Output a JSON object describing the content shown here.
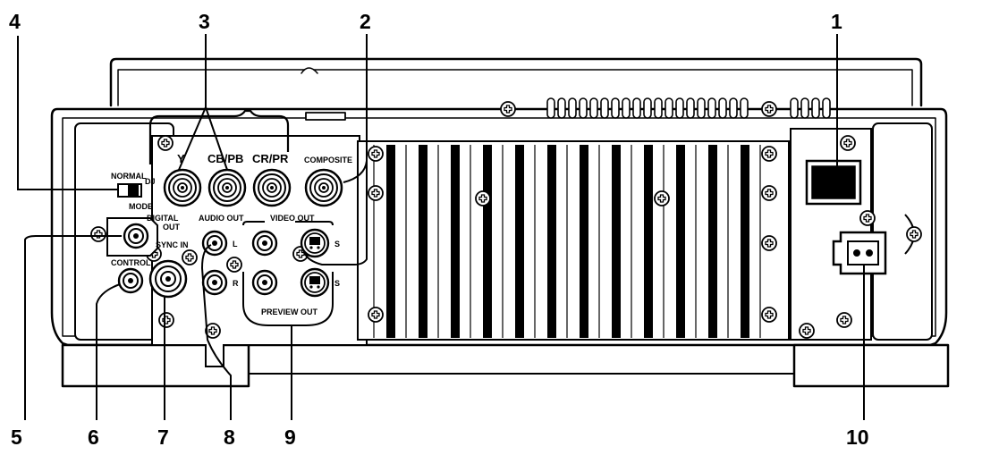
{
  "callouts": {
    "c1": "1",
    "c2": "2",
    "c3": "3",
    "c4": "4",
    "c5": "5",
    "c6": "6",
    "c7": "7",
    "c8": "8",
    "c9": "9",
    "c10": "10"
  },
  "labels": {
    "y": "Y",
    "cb_pb": "CB/PB",
    "cr_pr": "CR/PR",
    "composite": "COMPOSITE",
    "normal": "NORMAL",
    "dj": "DJ",
    "mode": "MODE",
    "digital": "DIGITAL",
    "out": "OUT",
    "audio_out": "AUDIO OUT",
    "video_out": "VIDEO OUT",
    "sync_in": "SYNC IN",
    "control": "CONTROL",
    "l": "L",
    "r": "R",
    "s_top": "S",
    "s_bottom": "S",
    "preview_out": "PREVIEW OUT"
  }
}
